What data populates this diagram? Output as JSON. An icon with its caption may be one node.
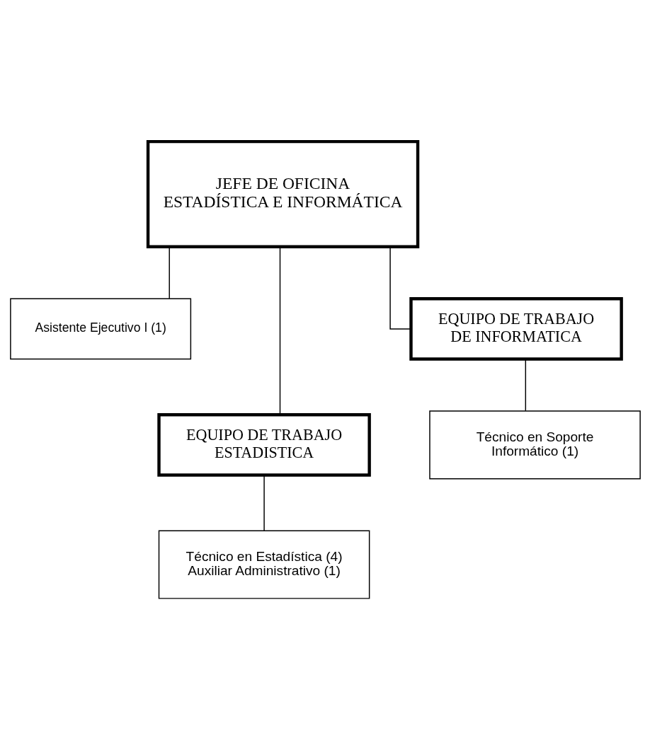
{
  "diagram": {
    "nodes": [
      {
        "text": [
          "JEFE DE OFICINA ESTADÍSTICA E INFORMÁTICA"
        ]
      },
      {
        "text": [
          "Asistente Ejecutivo I (1)"
        ]
      },
      {
        "text": [
          "EQUIPO DE TRABAJO ESTADISTICA"
        ]
      },
      {
        "text": [
          "EQUIPO DE TRABAJO DE INFORMATICA"
        ]
      },
      {
        "text": [
          "Técnico en Estadística (4)",
          "Auxiliar Administrativo (1)"
        ]
      },
      {
        "text": [
          "Técnico en Soporte Informático (1)"
        ]
      }
    ],
    "edges": [
      {
        "from": 0,
        "to": 1,
        "arrow": "none"
      },
      {
        "from": 0,
        "to": 2,
        "arrow": "none"
      },
      {
        "from": 0,
        "to": 3,
        "arrow": "none"
      },
      {
        "from": 2,
        "to": 4,
        "arrow": "none"
      },
      {
        "from": 3,
        "to": 5,
        "arrow": "none"
      }
    ]
  }
}
